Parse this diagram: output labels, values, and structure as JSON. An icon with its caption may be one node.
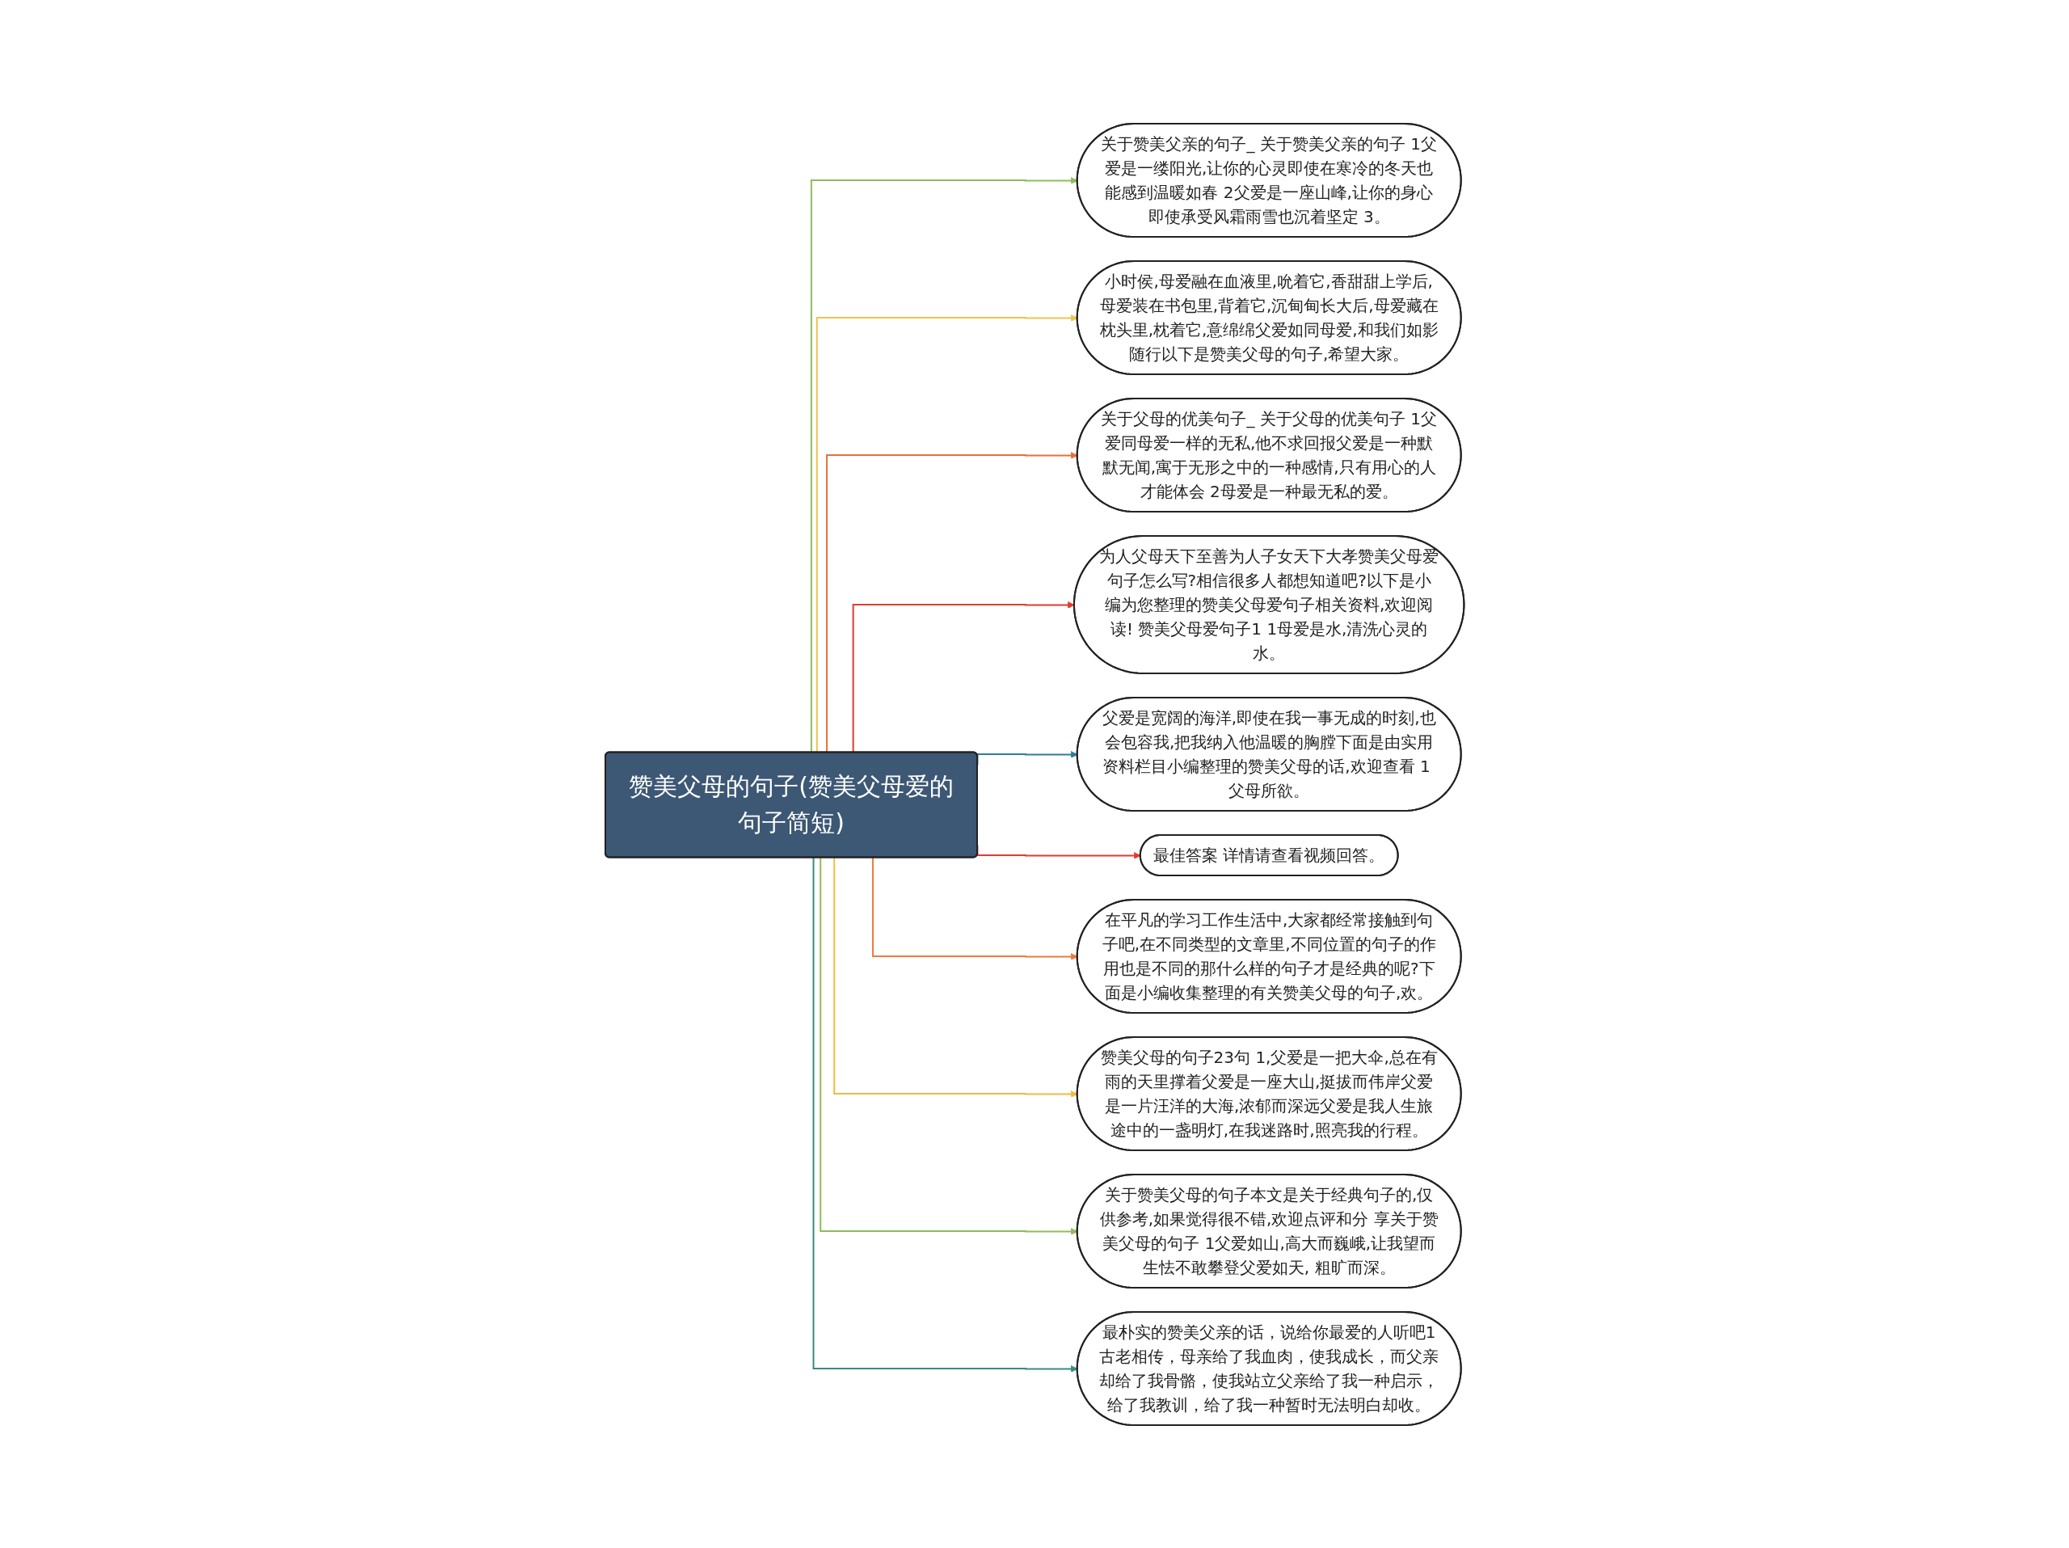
{
  "diagram": {
    "nodes": [
      {
        "text": [
          "赞美父母的句子(赞美父母爱的句子简短)"
        ]
      },
      {
        "text": [
          "关于赞美父亲的句子_ 关于赞美父亲的句子 1父爱是一缕阳光,让你的心灵即使在寒冷的冬天也能感到温暖如春 2父爱是一座山峰,让你的身心即使承受风霜雨雪也沉着坚定 3。"
        ]
      },
      {
        "text": [
          "小时侯,母爱融在血液里,吮着它,香甜甜上学后,母爱装在书包里,背着它,沉甸甸长大后,母爱藏在枕头里,枕着它,意绵绵父爱如同母爱,和我们如影随行以下是赞美父母的句子,希望大家。"
        ]
      },
      {
        "text": [
          "关于父母的优美句子_ 关于父母的优美句子 1父爱同母爱一样的无私,他不求回报父爱是一种默默无闻,寓于无形之中的一种感情,只有用心的人才能体会 2母爱是一种最无私的爱。"
        ]
      },
      {
        "text": [
          "为人父母天下至善为人子女天下大孝赞美父母爱句子怎么写?相信很多人都想知道吧?以下是小编为您整理的赞美父母爱句子相关资料,欢迎阅读! 赞美父母爱句子1 1母爱是水,清洗心灵的水。"
        ]
      },
      {
        "text": [
          "父爱是宽阔的海洋,即使在我一事无成的时刻,也会包容我,把我纳入他温暖的胸膛下面是由实用资料栏目小编整理的赞美父母的话,欢迎查看 1 父母所欲。"
        ]
      },
      {
        "text": [
          "最佳答案 详情请查看视频回答。"
        ]
      },
      {
        "text": [
          "在平凡的学习工作生活中,大家都经常接触到句子吧,在不同类型的文章里,不同位置的句子的作用也是不同的那什么样的句子才是经典的呢?下面是小编收集整理的有关赞美父母的句子,欢。"
        ]
      },
      {
        "text": [
          "赞美父母的句子23句 1,父爱是一把大伞,总在有雨的天里撑着父爱是一座大山,挺拔而伟岸父爱是一片汪洋的大海,浓郁而深远父爱是我人生旅途中的一盏明灯,在我迷路时,照亮我的行程。"
        ]
      },
      {
        "text": [
          "关于赞美父母的句子本文是关于经典句子的,仅供参考,如果觉得很不错,欢迎点评和分 享关于赞美父母的句子 1父爱如山,高大而巍峨,让我望而生怯不敢攀登父爱如天, 粗旷而深。"
        ]
      },
      {
        "text": [
          "最朴实的赞美父亲的话，说给你最爱的人听吧1古老相传，母亲给了我血肉，使我成长，而父亲却给了我骨骼，使我站立父亲给了我一种启示，给了我教训，给了我一种暂时无法明白却收。"
        ]
      }
    ],
    "edges": [
      {
        "from": 0,
        "to": 1,
        "arrow": "to",
        "color": "#8fbc5a"
      },
      {
        "from": 0,
        "to": 2,
        "arrow": "to",
        "color": "#f2c14e"
      },
      {
        "from": 0,
        "to": 3,
        "arrow": "to",
        "color": "#e8703a"
      },
      {
        "from": 0,
        "to": 4,
        "arrow": "to",
        "color": "#e03c31"
      },
      {
        "from": 0,
        "to": 5,
        "arrow": "to",
        "color": "#2e7d9a"
      },
      {
        "from": 0,
        "to": 6,
        "arrow": "to",
        "color": "#e03c31"
      },
      {
        "from": 0,
        "to": 7,
        "arrow": "to",
        "color": "#f07a3a"
      },
      {
        "from": 0,
        "to": 8,
        "arrow": "to",
        "color": "#f4b942"
      },
      {
        "from": 0,
        "to": 9,
        "arrow": "to",
        "color": "#8fbc5a"
      },
      {
        "from": 0,
        "to": 10,
        "arrow": "to",
        "color": "#3a8a80"
      }
    ]
  }
}
